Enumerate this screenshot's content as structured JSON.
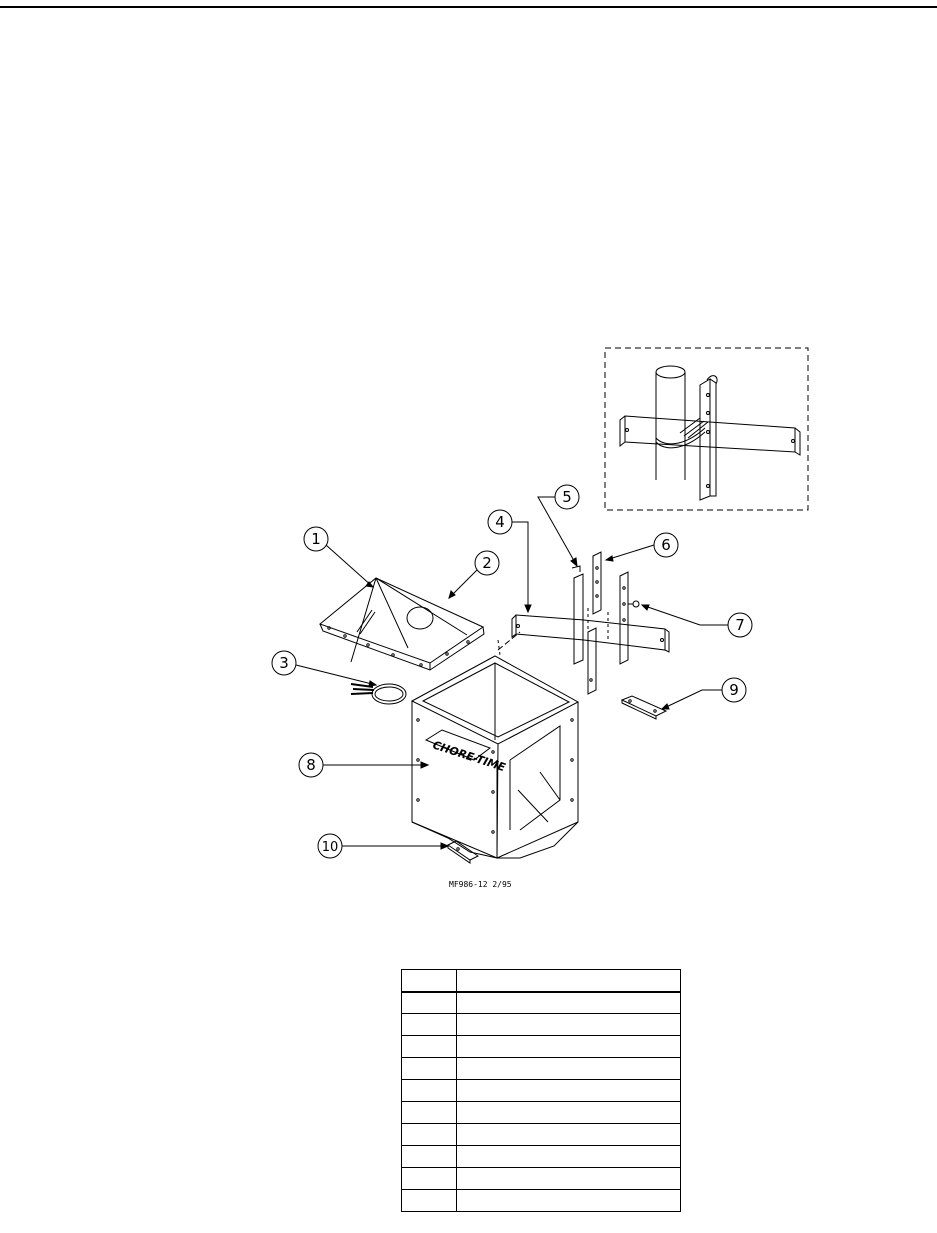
{
  "drawing": {
    "drawing_number": "MF986-12 2/95",
    "logo_text": "CHORE-TIME",
    "callouts": [
      "1",
      "2",
      "3",
      "4",
      "5",
      "6",
      "7",
      "8",
      "9",
      "10"
    ]
  },
  "parts_table": {
    "headers": [
      "",
      ""
    ],
    "rows": [
      [
        "",
        ""
      ],
      [
        "",
        ""
      ],
      [
        "",
        ""
      ],
      [
        "",
        ""
      ],
      [
        "",
        ""
      ],
      [
        "",
        ""
      ],
      [
        "",
        ""
      ],
      [
        "",
        ""
      ],
      [
        "",
        ""
      ],
      [
        "",
        ""
      ]
    ]
  }
}
